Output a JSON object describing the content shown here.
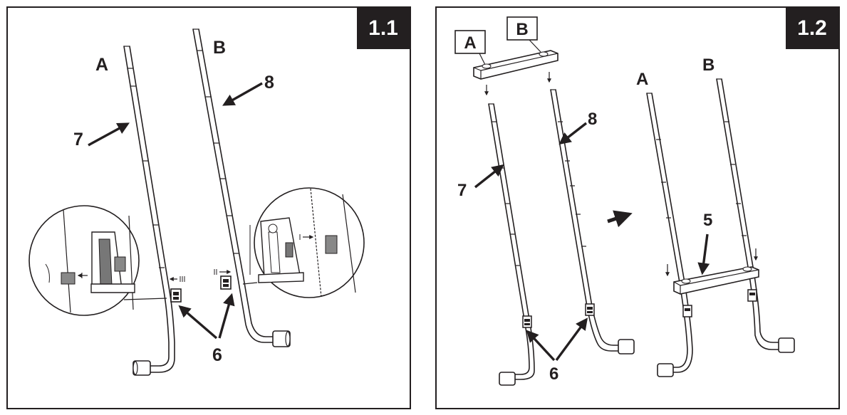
{
  "panels": [
    {
      "step": "1.1",
      "labels": {
        "pole_a": "A",
        "pole_b": "B",
        "part_7": "7",
        "part_8": "8",
        "part_6": "6"
      }
    },
    {
      "step": "1.2",
      "labels": {
        "box_a": "A",
        "box_b": "B",
        "part_7": "7",
        "part_8": "8",
        "part_6": "6",
        "part_5": "5",
        "pole_a": "A",
        "pole_b": "B"
      }
    }
  ]
}
